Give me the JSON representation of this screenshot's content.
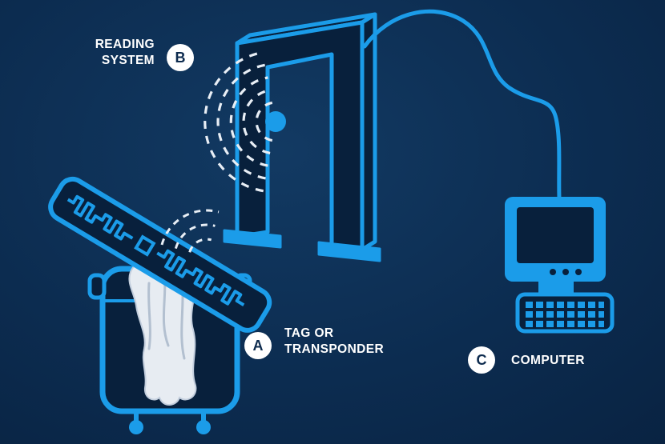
{
  "diagram": {
    "labels": {
      "reading_system": "READING\nSYSTEM",
      "tag": "TAG OR\nTRANSPONDER",
      "computer": "COMPUTER"
    },
    "badges": {
      "a": "A",
      "b": "B",
      "c": "C"
    },
    "colors": {
      "accent_blue": "#1b9ce9",
      "background_center": "#123a63",
      "background_edge": "#071d39",
      "panel_dark": "#08203c",
      "wave_white": "#e8eef5",
      "cloth_white": "#e7ecf2",
      "badge_text_navy": "#0d2b4e"
    },
    "figures": [
      "reading-gate",
      "radio-waves",
      "rfid-tag",
      "laundry-cart",
      "linen-cloth",
      "cable",
      "computer"
    ]
  }
}
